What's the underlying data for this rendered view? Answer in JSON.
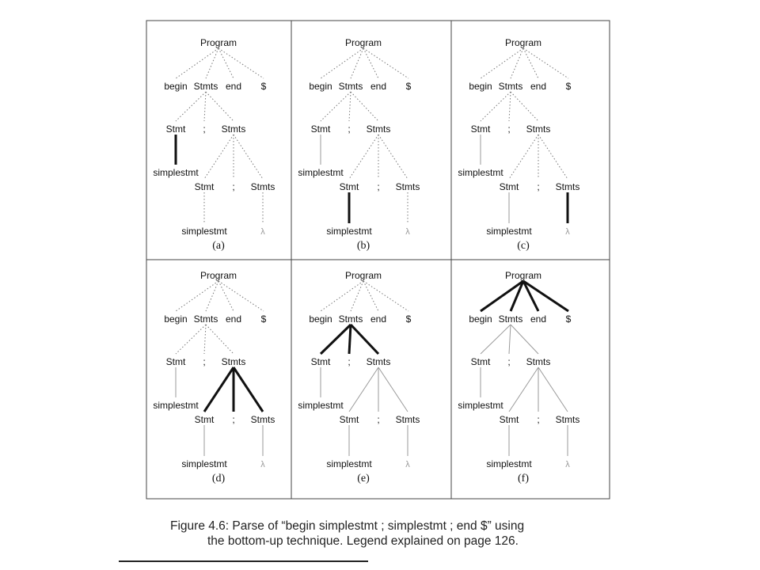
{
  "figure": {
    "caption_line1": "Figure 4.6: Parse of “begin simplestmt ; simplestmt ; end $” using",
    "caption_line2": "the bottom-up technique. Legend explained on page 126.",
    "node_labels": {
      "program": "Program",
      "begin": "begin",
      "stmts_top": "Stmts",
      "end": "end",
      "dollar": "$",
      "stmt1": "Stmt",
      "semi1": ";",
      "stmts_mid": "Stmts",
      "simplestmt1": "simplestmt",
      "stmt2": "Stmt",
      "semi2": ";",
      "stmts_low": "Stmts",
      "simplestmt2": "simplestmt",
      "lambda": "λ"
    },
    "panels": [
      {
        "label": "(a)",
        "reduced": [
          "stmt1"
        ],
        "current": [
          "stmt1"
        ]
      },
      {
        "label": "(b)",
        "reduced": [
          "stmt1",
          "stmt2"
        ],
        "current": [
          "stmt2"
        ]
      },
      {
        "label": "(c)",
        "reduced": [
          "stmt1",
          "stmt2",
          "stmts_low"
        ],
        "current": [
          "stmts_low"
        ]
      },
      {
        "label": "(d)",
        "reduced": [
          "stmt1",
          "stmt2",
          "stmts_low",
          "stmts_mid"
        ],
        "current": [
          "stmts_mid"
        ]
      },
      {
        "label": "(e)",
        "reduced": [
          "stmt1",
          "stmt2",
          "stmts_low",
          "stmts_mid",
          "stmts_top"
        ],
        "current": [
          "stmts_top"
        ]
      },
      {
        "label": "(f)",
        "reduced": [
          "stmt1",
          "stmt2",
          "stmts_low",
          "stmts_mid",
          "stmts_top",
          "program"
        ],
        "current": [
          "program"
        ]
      }
    ],
    "colors": {
      "current_edge": "#111111",
      "reduced_edge": "#9a9a9a",
      "pending_edge": "#777777",
      "border": "#444444"
    }
  }
}
